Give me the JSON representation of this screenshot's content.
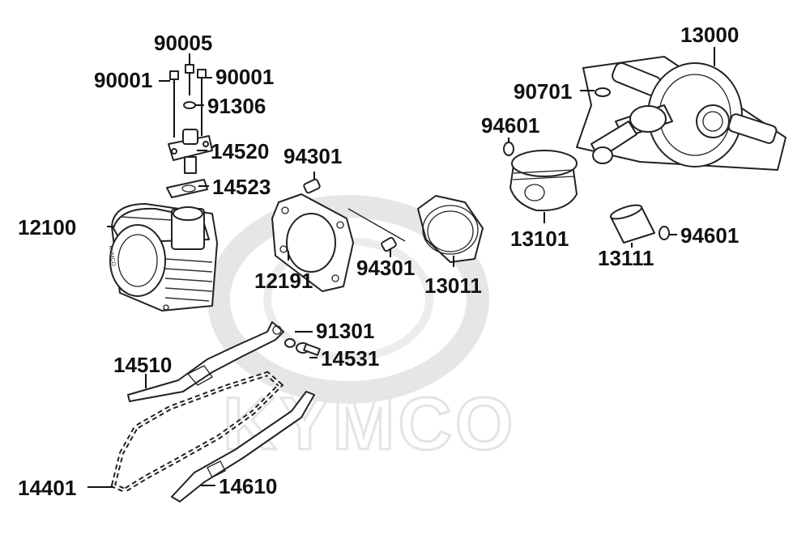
{
  "diagram": {
    "watermark": "KYMCO",
    "cylinder_stamp": "KYMCO",
    "labels": {
      "p90005": "90005",
      "p90001_left": "90001",
      "p90001_right": "90001",
      "p91306": "91306",
      "p14520": "14520",
      "p14523": "14523",
      "p12100": "12100",
      "p94301_top": "94301",
      "p12191": "12191",
      "p94301_bottom": "94301",
      "p13011": "13011",
      "p13000": "13000",
      "p90701": "90701",
      "p94601_top": "94601",
      "p13101": "13101",
      "p13111": "13111",
      "p94601_right": "94601",
      "p91301": "91301",
      "p14531": "14531",
      "p14510": "14510",
      "p14401": "14401",
      "p14610": "14610"
    }
  }
}
